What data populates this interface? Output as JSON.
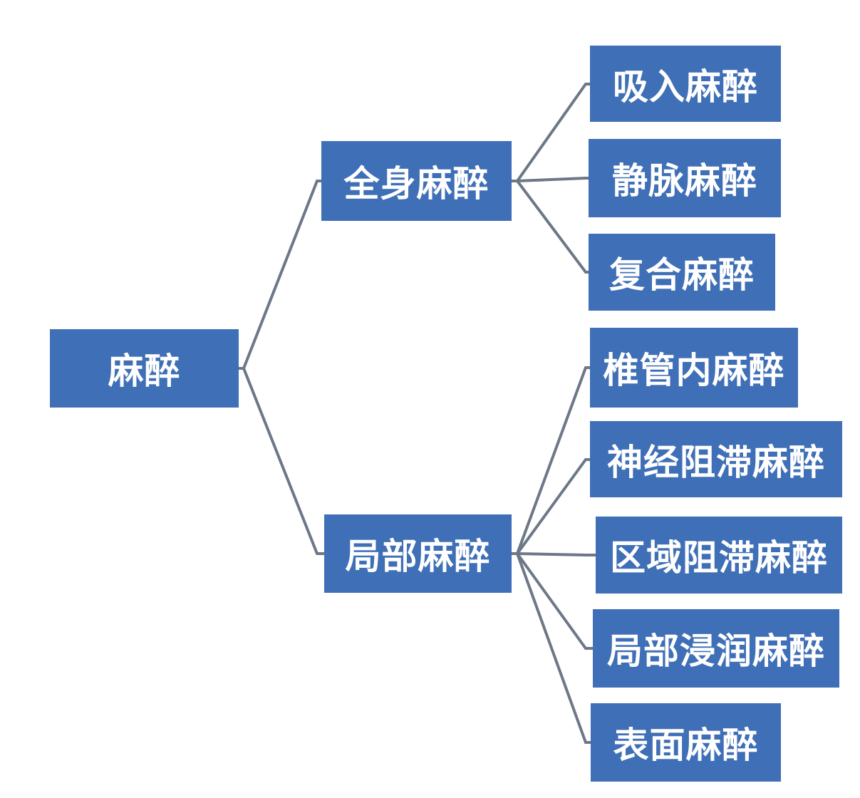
{
  "root": {
    "label": "麻醉"
  },
  "branches": [
    {
      "label": "全身麻醉",
      "children": [
        "吸入麻醉",
        "静脉麻醉",
        "复合麻醉"
      ]
    },
    {
      "label": "局部麻醉",
      "children": [
        "椎管内麻醉",
        "神经阻滞麻醉",
        "区域阻滞麻醉",
        "局部浸润麻醉",
        "表面麻醉"
      ]
    }
  ],
  "colors": {
    "node_fill": "#3f6fb6",
    "node_text": "#ffffff",
    "connector": "#6d7887"
  }
}
